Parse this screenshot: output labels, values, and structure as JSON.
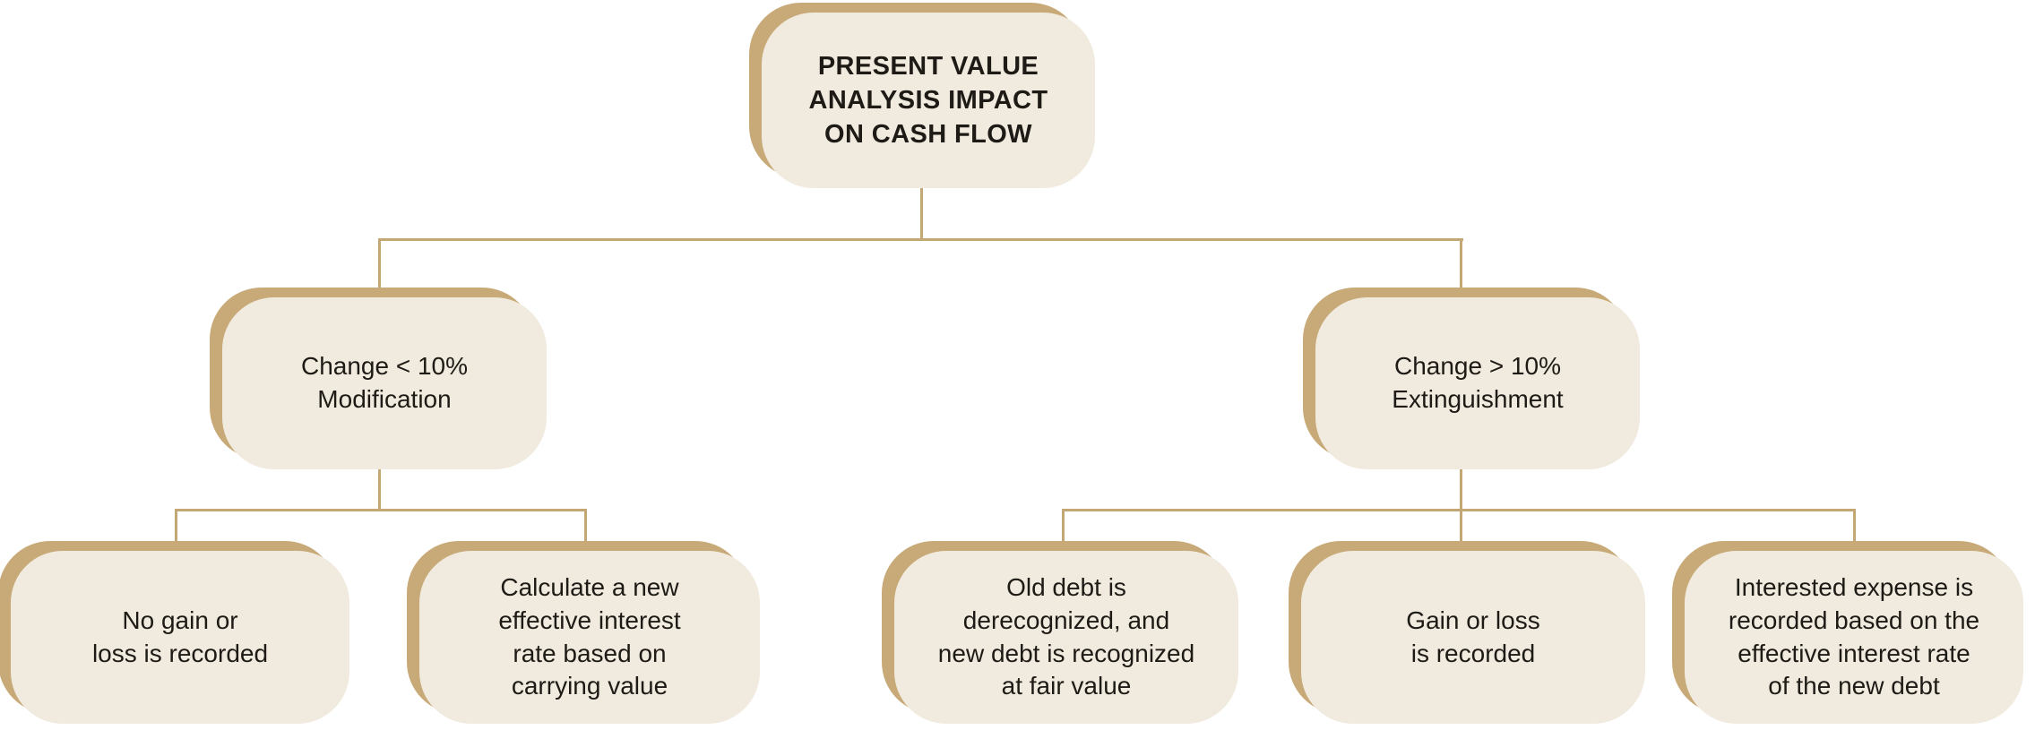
{
  "theme": {
    "gold": "#c8aa79",
    "cream": "#f1ebdf",
    "line": "#c3a875",
    "text": "#1e1b16",
    "bg": "#ffffff"
  },
  "flowchart": {
    "root": {
      "label": "PRESENT VALUE\nANALYSIS IMPACT\nON CASH FLOW"
    },
    "left_branch": {
      "label": "Change < 10%\nModification"
    },
    "right_branch": {
      "label": "Change > 10%\nExtinguishment"
    },
    "left_children": [
      {
        "label": "No gain or\nloss is recorded"
      },
      {
        "label": "Calculate a new\neffective interest\nrate based on\ncarrying value"
      }
    ],
    "right_children": [
      {
        "label": "Old debt is\nderecognized, and\nnew debt is recognized\nat fair value"
      },
      {
        "label": "Gain or loss\nis recorded"
      },
      {
        "label": "Interested expense is\nrecorded based on the\neffective interest rate\nof the new debt"
      }
    ]
  }
}
